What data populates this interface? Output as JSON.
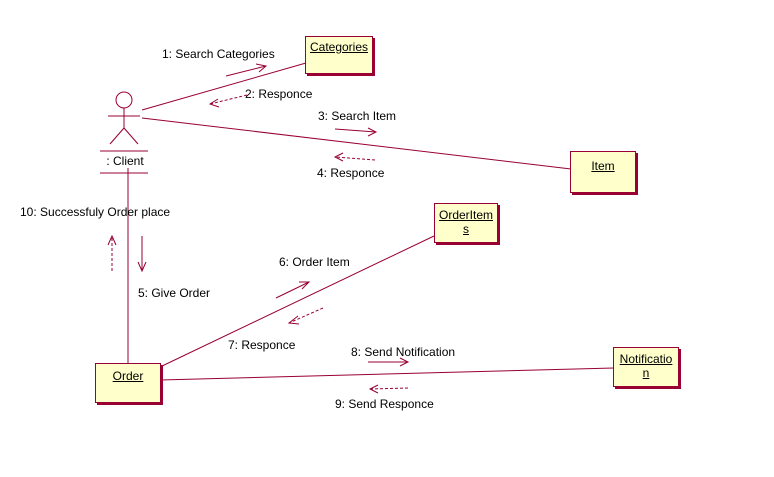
{
  "objects": {
    "categories": "Categories",
    "item": "Item",
    "order_items_line1": "OrderItem",
    "order_items_line2": "s",
    "order": "Order",
    "notification_line1": "Notificatio",
    "notification_line2": "n"
  },
  "actor": {
    "name": ": Client"
  },
  "messages": {
    "m1": "1: Search Categories",
    "m2": "2: Responce",
    "m3": "3: Search Item",
    "m4": "4: Responce",
    "m5": "5: Give Order",
    "m6": "6: Order Item",
    "m7": "7: Responce",
    "m8": "8: Send Notification",
    "m9": "9: Send Responce",
    "m10": "10: Successfuly Order place"
  },
  "colors": {
    "line": "#990033",
    "box_fill": "#ffffcc"
  }
}
